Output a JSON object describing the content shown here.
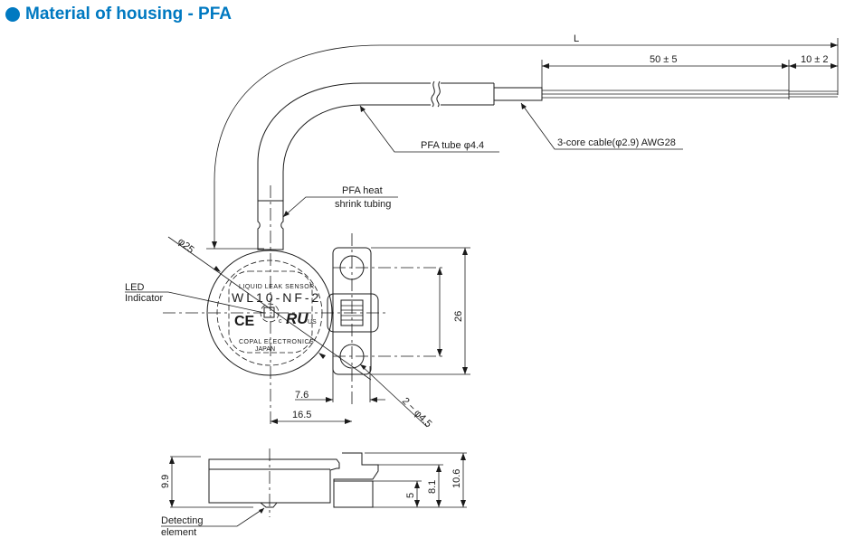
{
  "header": {
    "title": "Material of housing - PFA",
    "accent_color": "#0079c1"
  },
  "top_view": {
    "dimensions": {
      "total_length": "L",
      "strip_length": "50 ± 5",
      "wire_end": "10 ± 2",
      "body_diameter": "φ25",
      "hole_pitch": "26",
      "hole_spec": "2 − φ4.5",
      "offset_small": "7.6",
      "offset_large": "16.5"
    },
    "callouts": {
      "pfa_tube": "PFA  tube φ4.4",
      "cable": "3-core cable(φ2.9) AWG28",
      "heat_shrink_line1": "PFA heat",
      "heat_shrink_line2": "shrink tubing",
      "led_line1": "LED",
      "led_line2": "Indicator"
    },
    "label_marking": {
      "line1": "LIQUID LEAK SENSOR",
      "model": "WL10-NF-2",
      "ce": "CE",
      "ul": "RU",
      "c": "c",
      "us": "US",
      "maker": "COPAL ELECTRONICS",
      "country": "JAPAN"
    }
  },
  "side_view": {
    "dimensions": {
      "height_body": "9.9",
      "height_step": "5",
      "height_mid": "8.1",
      "height_total": "10.6"
    },
    "callouts": {
      "detect_line1": "Detecting",
      "detect_line2": "element"
    }
  }
}
